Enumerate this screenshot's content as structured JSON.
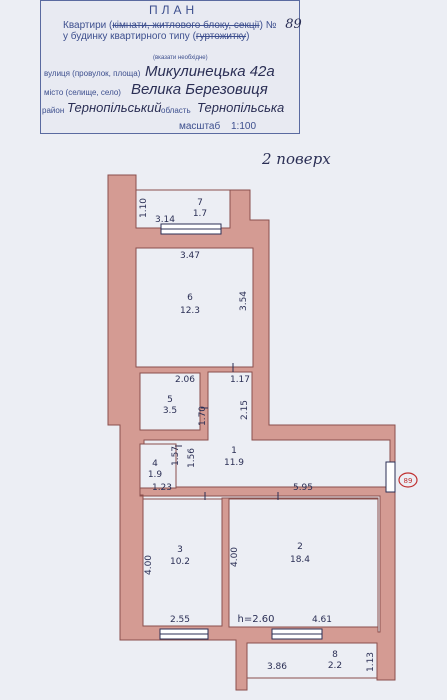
{
  "header": {
    "plan_title": "ПЛАН",
    "line1_prefix": "Квартири (",
    "line1_struck": "кімнати, житлового блоку, секції",
    "line1_suffix": ") №",
    "apartment_number": "89",
    "line2_prefix": "у будинку квартирного типу (",
    "line2_struck": "гуртожитку",
    "line2_suffix": ")",
    "hint": "(вказати необхідне)",
    "street_label": "вулиця (провулок, площа)",
    "street_value": "Микулинецька 42а",
    "city_label": "місто (селище, село)",
    "city_value": "Велика Березовиця",
    "district_label": "район",
    "district_value": "Тернопільський",
    "region_label": "область",
    "region_value": "Тернопільська",
    "scale_label": "масштаб",
    "scale_value": "1:100"
  },
  "floor_label": "2 поверх",
  "rooms": [
    {
      "number": "1",
      "area": "11.9"
    },
    {
      "number": "2",
      "area": "18.4"
    },
    {
      "number": "3",
      "area": "10.2"
    },
    {
      "number": "4",
      "area": "1.9"
    },
    {
      "number": "5",
      "area": "3.5"
    },
    {
      "number": "6",
      "area": "12.3"
    },
    {
      "number": "7",
      "area": "1.7"
    },
    {
      "number": "8",
      "area": "2.2"
    }
  ],
  "dimensions": {
    "d_1_10": "1.10",
    "d_3_14": "3.14",
    "d_3_47": "3.47",
    "d_3_54": "3.54",
    "d_2_06": "2.06",
    "d_1_17": "1.17",
    "d_1_70": "1.70",
    "d_2_15": "2.15",
    "d_1_57": "1.57",
    "d_1_56": "1.56",
    "d_1_23": "1.23",
    "d_5_95": "5.95",
    "d_4_00a": "4.00",
    "d_4_00b": "4.00",
    "d_2_55": "2.55",
    "d_h": "h=2.60",
    "d_4_61": "4.61",
    "d_3_86": "3.86",
    "d_1_13": "1.13"
  },
  "marker": "89",
  "colors": {
    "wall": "#d49b93",
    "wall_stroke": "#8a4f4c",
    "ink": "#2b2f55",
    "stamp": "#3d4f8e"
  }
}
